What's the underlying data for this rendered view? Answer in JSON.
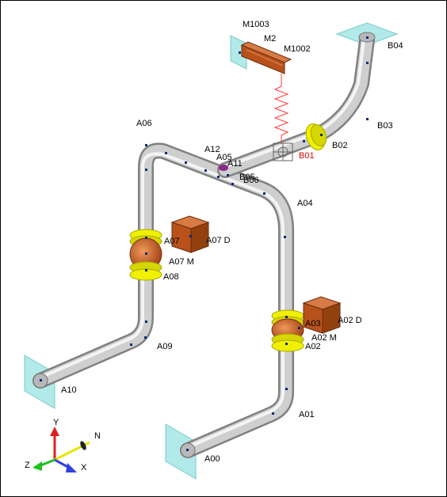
{
  "colors": {
    "pipe": "#c8c8c8",
    "flange": "#f0f000",
    "valve": "#d66a2a",
    "box": "#b8511b",
    "anchor": "#9fe3e3",
    "spring": "#ff3b3b",
    "node": "#0a2a7a",
    "red_label": "#e00000"
  },
  "labels": {
    "M1003": "M1003",
    "M2": "M2",
    "M1002": "M1002",
    "B04": "B04",
    "B03": "B03",
    "B02": "B02",
    "B01": "B01",
    "A06": "A06",
    "A12": "A12",
    "A05": "A05",
    "A11": "A11",
    "B05": "B05",
    "B06": "B06",
    "A04": "A04",
    "A07": "A07",
    "A07D": "A07 D",
    "A07M": "A07 M",
    "A08": "A08",
    "A03": "A03",
    "A02D": "A02 D",
    "A02M": "A02 M",
    "A02": "A02",
    "A09": "A09",
    "A10": "A10",
    "A01": "A01",
    "A00": "A00"
  },
  "axes": {
    "y": "Y",
    "n": "N",
    "z": "Z",
    "x": "X"
  }
}
